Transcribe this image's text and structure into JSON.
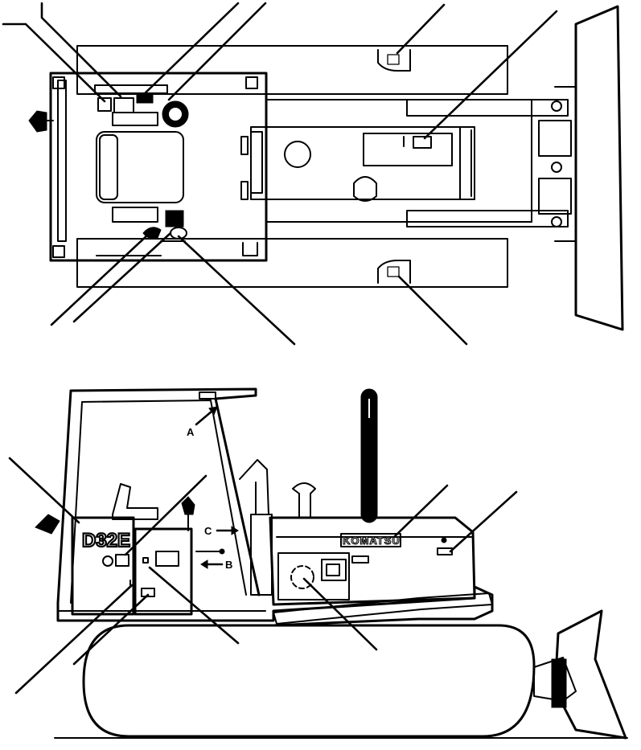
{
  "model_label": "D32E",
  "brand_label": "KOMATSU",
  "view_markers": {
    "a": "A",
    "b": "B",
    "c": "C"
  }
}
